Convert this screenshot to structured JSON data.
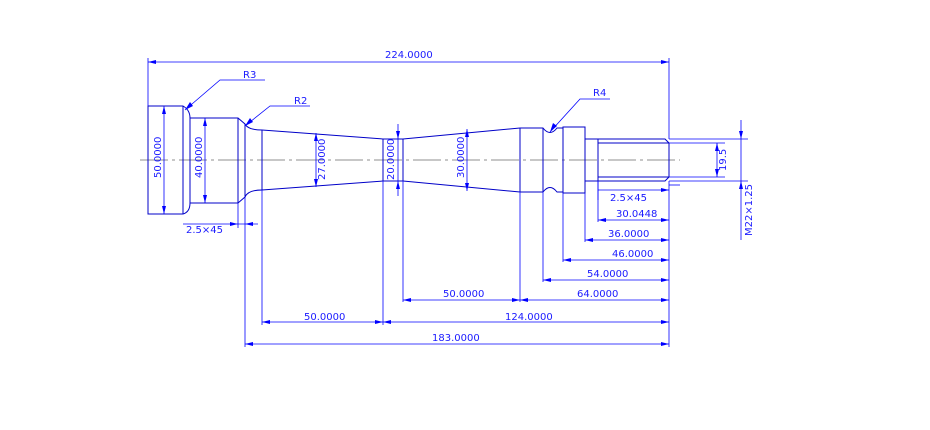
{
  "drawing": {
    "colors": {
      "part": "#0000c8",
      "dimension": "#0000ff",
      "centerline": "#6b6b6b",
      "background": "#ffffff"
    },
    "overall_length": "224.0000",
    "leaders": {
      "r3": "R3",
      "r2": "R2",
      "r4": "R4"
    },
    "chamfers": {
      "left": "2.5×45",
      "right": "2.5×45"
    },
    "diameters": {
      "d50": "50.0000",
      "d40": "40.0000",
      "d27": "27.0000",
      "d20": "20.0000",
      "d30": "30.0000",
      "d19_5": "19.5",
      "thread": "M22×1.25"
    },
    "lengths": {
      "l30_0448": "30.0448",
      "l36": "36.0000",
      "l46": "46.0000",
      "l54": "54.0000",
      "l50_upper": "50.0000",
      "l64": "64.0000",
      "l50_lower": "50.0000",
      "l124": "124.0000",
      "l183": "183.0000"
    }
  }
}
